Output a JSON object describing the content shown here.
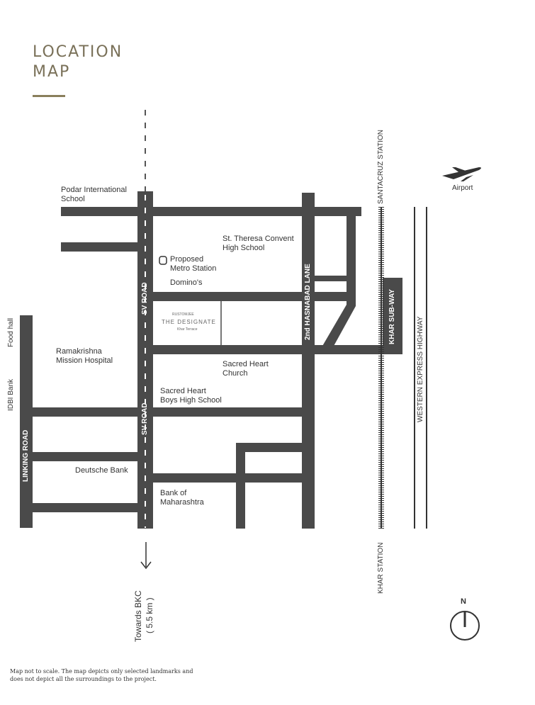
{
  "header": {
    "title_line1": "LOCATION",
    "title_line2": "MAP"
  },
  "project": {
    "brand": "RUSTOMJEE",
    "name": "THE DESIGNATE",
    "sub": "Khar Terrace"
  },
  "roads": {
    "sv_road_upper": "SV ROAD",
    "sv_road_lower": "SV ROAD",
    "linking_road": "LINKING ROAD",
    "hasnabad_lane": "2nd HASNABAD LANE",
    "khar_subway": "KHAR SUB-WAY",
    "western_express_highway": "WESTERN EXPRESS HIGHWAY"
  },
  "stations": {
    "santacruz": "SANTACRUZ STATION",
    "khar": "KHAR STATION"
  },
  "landmarks": {
    "podar_1": "Podar International",
    "podar_2": "School",
    "theresa_1": "St. Theresa Convent",
    "theresa_2": "High School",
    "metro_1": "Proposed",
    "metro_2": "Metro Station",
    "dominos": "Domino's",
    "ramakrishna_1": "Ramakrishna",
    "ramakrishna_2": "Mission Hospital",
    "church_1": "Sacred Heart",
    "church_2": "Church",
    "boys_1": "Sacred Heart",
    "boys_2": "Boys High School",
    "deutsche": "Deutsche Bank",
    "bom_1": "Bank of",
    "bom_2": "Maharashtra",
    "food_hall": "Food hall",
    "idbi": "IDBI Bank",
    "airport": "Airport"
  },
  "direction": {
    "towards": "Towards BKC",
    "distance": "( 5.5 km )"
  },
  "compass": {
    "label": "N"
  },
  "disclaimer": "Map not to scale. The map depicts only selected landmarks and does not depict all the surroundings to the project.",
  "colors": {
    "road": "#4a4a4a",
    "title": "#7a7159",
    "accent_rule": "#8a7f5c"
  }
}
